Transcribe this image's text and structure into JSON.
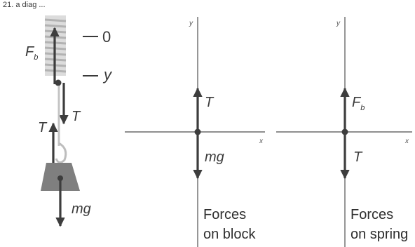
{
  "header_fragment": "21. a diag ...",
  "left_figure": {
    "scale_zero": "0",
    "scale_y": "y",
    "spring_force": "F",
    "spring_force_sub": "b",
    "tension_right": "T",
    "tension_left": "T",
    "weight": "mg"
  },
  "block_diagram": {
    "y_axis": "y",
    "x_axis": "x",
    "up_force": "T",
    "down_force": "mg",
    "caption_line1": "Forces",
    "caption_line2": "on block"
  },
  "spring_diagram": {
    "y_axis": "y",
    "x_axis": "x",
    "up_force": "F",
    "up_force_sub": "b",
    "down_force": "T",
    "caption_line1": "Forces",
    "caption_line2": "on spring"
  },
  "colors": {
    "arrow": "#3d3d3d",
    "axis": "#6a6a6a",
    "spring": "#c8c8c8",
    "block": "#7f7f7f"
  }
}
